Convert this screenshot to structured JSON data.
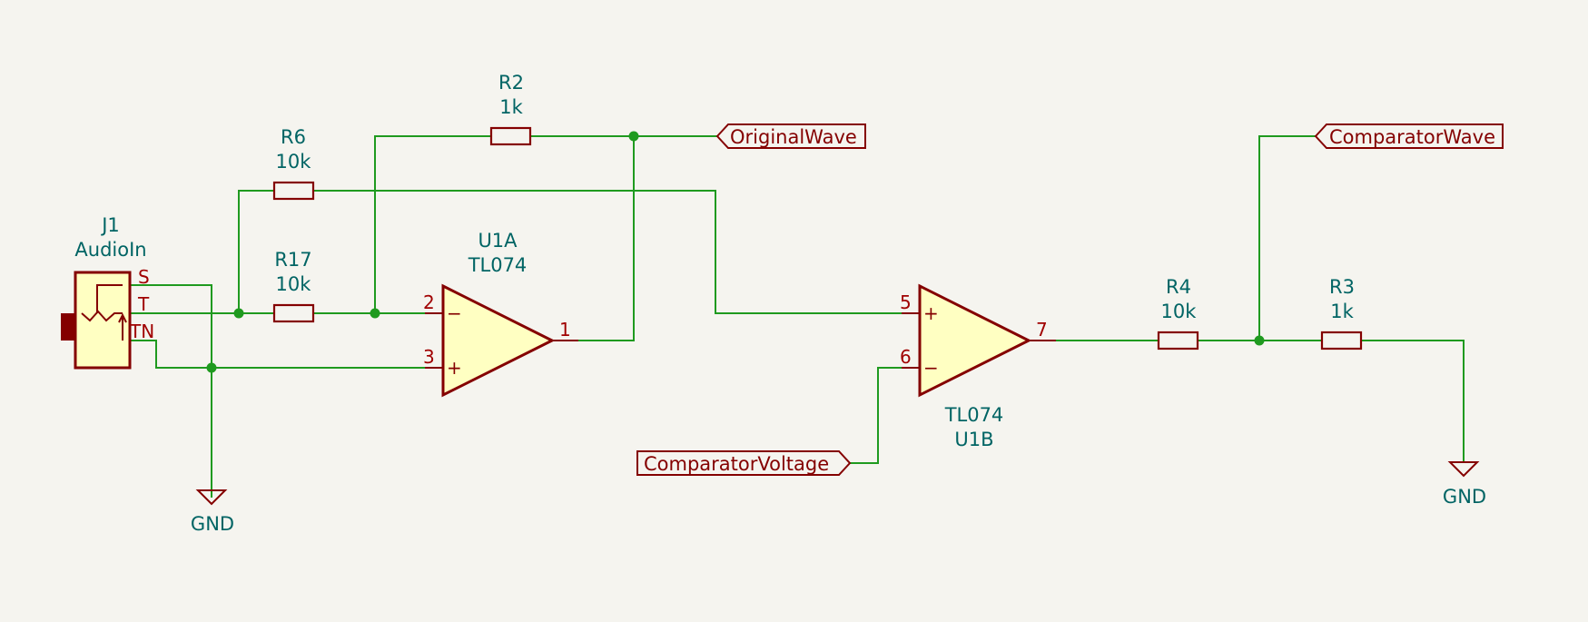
{
  "components": {
    "j1": {
      "ref": "J1",
      "value": "AudioIn",
      "pin_s": "S",
      "pin_t": "T",
      "pin_tn": "TN"
    },
    "r2": {
      "ref": "R2",
      "value": "1k"
    },
    "r6": {
      "ref": "R6",
      "value": "10k"
    },
    "r17": {
      "ref": "R17",
      "value": "10k"
    },
    "r4": {
      "ref": "R4",
      "value": "10k"
    },
    "r3": {
      "ref": "R3",
      "value": "1k"
    },
    "u1a": {
      "ref": "U1A",
      "value": "TL074",
      "pin_inv": "2",
      "pin_noninv": "3",
      "pin_out": "1"
    },
    "u1b": {
      "ref": "U1B",
      "value": "TL074",
      "pin_noninv": "5",
      "pin_inv": "6",
      "pin_out": "7"
    }
  },
  "labels": {
    "original_wave": "OriginalWave",
    "comparator_wave": "ComparatorWave",
    "comparator_voltage": "ComparatorVoltage"
  },
  "power": {
    "gnd_left": "GND",
    "gnd_right": "GND"
  },
  "symbols": {
    "minus": "−",
    "plus": "+"
  },
  "colors": {
    "background": "#f5f4ef",
    "wire": "#1f9a1f",
    "symbol_outline": "#840000",
    "symbol_fill": "#ffffc2",
    "reference_text": "#006464"
  }
}
